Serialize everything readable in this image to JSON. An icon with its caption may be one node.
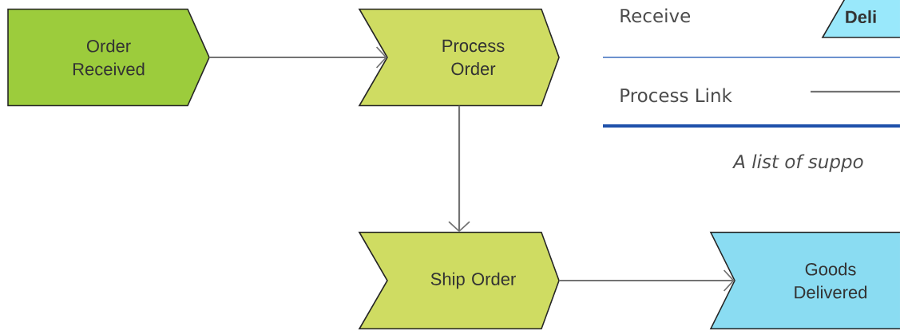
{
  "diagram": {
    "nodes": [
      {
        "text": [
          "Order Received"
        ]
      },
      {
        "text": [
          "Process Order"
        ]
      },
      {
        "text": [
          "Ship Order"
        ]
      },
      {
        "text": [
          "Goods Delivered"
        ]
      },
      {
        "text": [
          "Deli"
        ]
      }
    ],
    "edges": [
      {
        "from": 0,
        "to": 1,
        "arrow": "to"
      },
      {
        "from": 1,
        "to": 2,
        "arrow": "to"
      },
      {
        "from": 2,
        "to": 3,
        "arrow": "to"
      }
    ],
    "labels": [
      "A list of suppo"
    ],
    "legend": [
      {
        "text": "Receive"
      },
      {
        "text": "Process Link"
      }
    ]
  }
}
